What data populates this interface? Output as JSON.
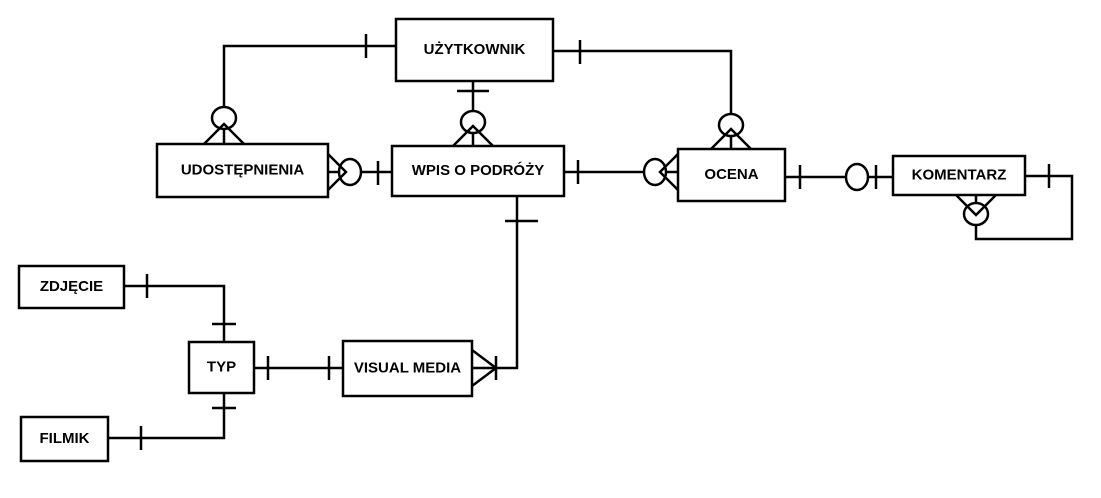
{
  "entities": {
    "uzytkownik": "UŻYTKOWNIK",
    "udostepnienia": "UDOSTĘPNIENIA",
    "wpis": "WPIS O PODRÓŻY",
    "ocena": "OCENA",
    "komentarz": "KOMENTARZ",
    "zdjecie": "ZDJĘCIE",
    "typ": "TYP",
    "visual_media": "VISUAL MEDIA",
    "filmik": "FILMIK"
  },
  "colors": {
    "line": "#000000",
    "background": "#ffffff"
  }
}
